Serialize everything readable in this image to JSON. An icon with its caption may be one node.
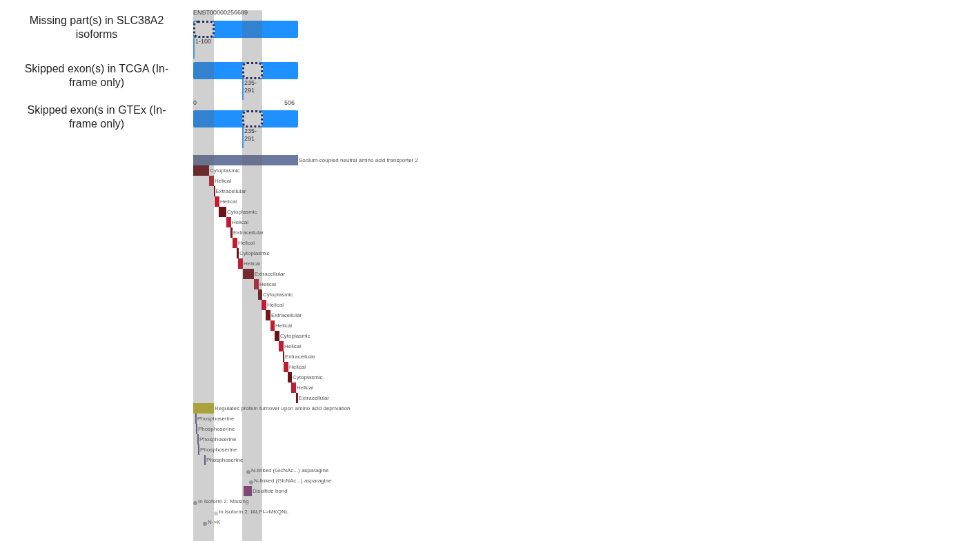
{
  "diagram": {
    "nodes": [
      {
        "text": [],
        "shape": "bar"
      },
      {
        "text": [],
        "shape": "box",
        "in": 0,
        "beside": [
          "1-100"
        ]
      },
      {
        "text": [],
        "shape": "bar"
      },
      {
        "text": [],
        "shape": "box",
        "in": 2,
        "beside": [
          "235-291"
        ]
      },
      {
        "text": [],
        "shape": "bar"
      },
      {
        "text": [],
        "shape": "box",
        "in": 4,
        "beside": [
          "235-291"
        ]
      },
      {
        "text": [],
        "shape": "bar",
        "beside": [
          "Sodium-coupled neutral amino acid transporter 2"
        ]
      },
      {
        "text": [],
        "shape": "bar",
        "beside": [
          "Cytoplasmic"
        ]
      },
      {
        "text": [],
        "shape": "bar",
        "beside": [
          "Helical"
        ]
      },
      {
        "text": [],
        "shape": "bar",
        "beside": [
          "Extracellular"
        ]
      },
      {
        "text": [],
        "shape": "bar",
        "beside": [
          "Helical"
        ]
      },
      {
        "text": [],
        "shape": "bar",
        "beside": [
          "Cytoplasmic"
        ]
      },
      {
        "text": [],
        "shape": "bar",
        "beside": [
          "Helical"
        ]
      },
      {
        "text": [],
        "shape": "bar",
        "beside": [
          "Extracellular"
        ]
      },
      {
        "text": [],
        "shape": "bar",
        "beside": [
          "Helical"
        ]
      },
      {
        "text": [],
        "shape": "bar",
        "beside": [
          "Cytoplasmic"
        ]
      },
      {
        "text": [],
        "shape": "bar",
        "beside": [
          "Helical"
        ]
      },
      {
        "text": [],
        "shape": "bar",
        "beside": [
          "Extracellular"
        ]
      },
      {
        "text": [],
        "shape": "bar",
        "beside": [
          "Helical"
        ]
      },
      {
        "text": [],
        "shape": "bar",
        "beside": [
          "Cytoplasmic"
        ]
      },
      {
        "text": [],
        "shape": "bar",
        "beside": [
          "Helical"
        ]
      },
      {
        "text": [],
        "shape": "bar",
        "beside": [
          "Extracellular"
        ]
      },
      {
        "text": [],
        "shape": "bar",
        "beside": [
          "Helical"
        ]
      },
      {
        "text": [],
        "shape": "bar",
        "beside": [
          "Cytoplasmic"
        ]
      },
      {
        "text": [],
        "shape": "bar",
        "beside": [
          "Helical"
        ]
      },
      {
        "text": [],
        "shape": "bar",
        "beside": [
          "Extracellular"
        ]
      },
      {
        "text": [],
        "shape": "bar",
        "beside": [
          "Helical"
        ]
      },
      {
        "text": [],
        "shape": "bar",
        "beside": [
          "Cytoplasmic"
        ]
      },
      {
        "text": [],
        "shape": "bar",
        "beside": [
          "Helical"
        ]
      },
      {
        "text": [],
        "shape": "bar",
        "beside": [
          "Extracellular"
        ]
      },
      {
        "text": [],
        "shape": "bar",
        "beside": [
          "Regulates protein turnover upon amino acid deprivation"
        ]
      },
      {
        "text": [],
        "shape": "bar",
        "beside": [
          "Phosphoserine"
        ]
      },
      {
        "text": [],
        "shape": "bar",
        "beside": [
          "Phosphoserine"
        ]
      },
      {
        "text": [],
        "shape": "bar",
        "beside": [
          "Phosphoserine"
        ]
      },
      {
        "text": [],
        "shape": "bar",
        "beside": [
          "Phosphoserine"
        ]
      },
      {
        "text": [],
        "shape": "bar",
        "beside": [
          "Phosphoserine"
        ]
      },
      {
        "text": [],
        "shape": "circle",
        "beside": [
          "N-linked (GlcNAc...) asparagine"
        ]
      },
      {
        "text": [],
        "shape": "circle",
        "beside": [
          "N-linked (GlcNAc...) asparagine"
        ]
      },
      {
        "text": [],
        "shape": "bar",
        "beside": [
          "Disulfide bond"
        ]
      },
      {
        "text": [],
        "shape": "circle",
        "beside": [
          "In isoform 2. Missing"
        ]
      },
      {
        "text": [],
        "shape": "circle",
        "beside": [
          "In isoform 2. IALFI->MKQNL"
        ]
      },
      {
        "text": [],
        "shape": "circle",
        "beside": [
          "N->K"
        ]
      }
    ],
    "labels": [
      "Missing part(s) in SLC38A2 isoforms",
      "ENST00000256689",
      "Skipped exon(s) in TCGA (In-frame only)",
      "0",
      "506",
      "Skipped exon(s in GTEx (In-frame only)"
    ]
  }
}
